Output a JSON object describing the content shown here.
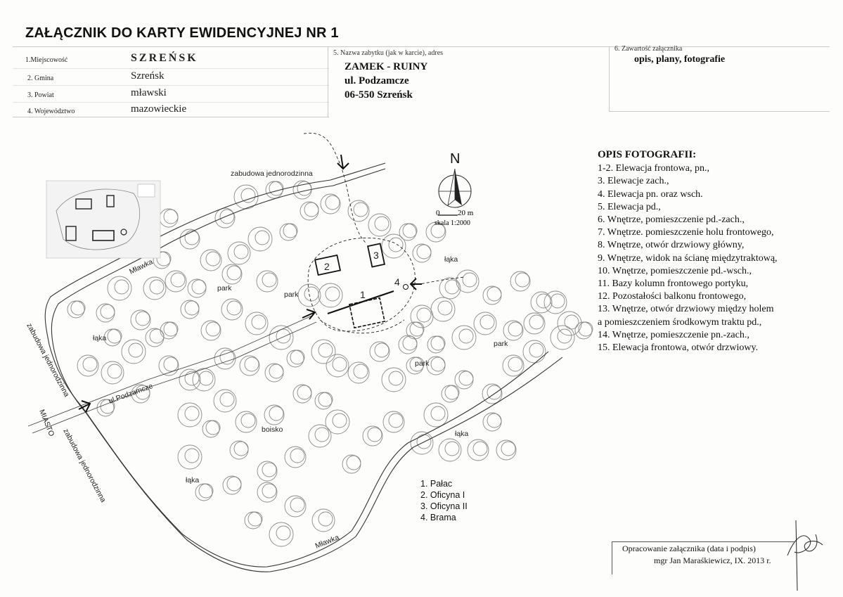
{
  "title": "ZAŁĄCZNIK DO KARTY EWIDENCYJNEJ NR 1",
  "fields": {
    "miejscowosc_label": "1.Miejscowość",
    "miejscowosc_value": "SZREŃSK",
    "gmina_label": "2. Gmina",
    "gmina_value": "Szreńsk",
    "powiat_label": "3. Powiat",
    "powiat_value": "mławski",
    "wojewodztwo_label": "4. Województwo",
    "wojewodztwo_value": "mazowieckie"
  },
  "section5": {
    "label": "5. Nazwa zabytku (jak w karcie), adres",
    "name": "ZAMEK - RUINY",
    "street": "ul. Podzamcze",
    "postal": "06-550 Szreńsk"
  },
  "section6": {
    "label": "6. Zawartość załącznika",
    "value": "opis, plany, fotografie"
  },
  "compass": {
    "north": "N",
    "scale_zero": "0",
    "scale_end": "20 m",
    "scale_text": "skala 1:2000"
  },
  "map_labels": {
    "zabudowa_top": "zabudowa jednorodzinna",
    "mlawka_top": "Mławka",
    "mlawka_bottom": "Mławka",
    "ul_podzamcze": "ul.Podzamcze",
    "zabudowa_left1": "zabudowa jednorodzinna",
    "zabudowa_left2": "zabudowa jednorodzinna",
    "miasto": "MIASTO",
    "laka_left": "łąka",
    "laka_top_right": "łąka",
    "laka_right": "łąka",
    "laka_bottom": "łąka",
    "park_1": "park",
    "park_2": "park",
    "park_3": "park",
    "park_4": "park",
    "boisko": "boisko",
    "bld_1": "1",
    "bld_2": "2",
    "bld_3": "3",
    "bld_4": "4"
  },
  "opis": {
    "heading": "OPIS FOTOGRAFII:",
    "lines": [
      "1-2. Elewacja frontowa, pn.,",
      "3. Elewacje zach.,",
      "4. Elewacja pn. oraz wsch.",
      "5. Elewacja pd.,",
      "6. Wnętrze, pomieszczenie pd.-zach.,",
      "7. Wnętrze. pomieszczenie holu frontowego,",
      "8. Wnętrze, otwór drzwiowy główny,",
      "9. Wnętrze, widok na ścianę międzytraktową,",
      "10. Wnętrze, pomieszczenie pd.-wsch.,",
      "11. Bazy kolumn frontowego portyku,",
      "12. Pozostałości balkonu frontowego,",
      "13. Wnętrze, otwór drzwiowy między holem",
      "a pomieszczeniem środkowym traktu pd.,",
      "14. Wnętrze, pomieszczenie pn.-zach.,",
      "15. Elewacja frontowa, otwór drzwiowy."
    ]
  },
  "legend": [
    "1. Pałac",
    "2. Oficyna I",
    "3. Oficyna II",
    "4. Brama"
  ],
  "stamp": {
    "line1": "Opracowanie załącznika (data i podpis)",
    "line2": "mgr Jan Maraśkiewicz,  IX.  2013 r."
  },
  "colors": {
    "ink": "#111111",
    "tree": "#8a8a8a",
    "rule": "#c9c9c9"
  },
  "icons": [
    "north-arrow-icon",
    "photo-direction-arrow-icon",
    "signature-icon"
  ]
}
